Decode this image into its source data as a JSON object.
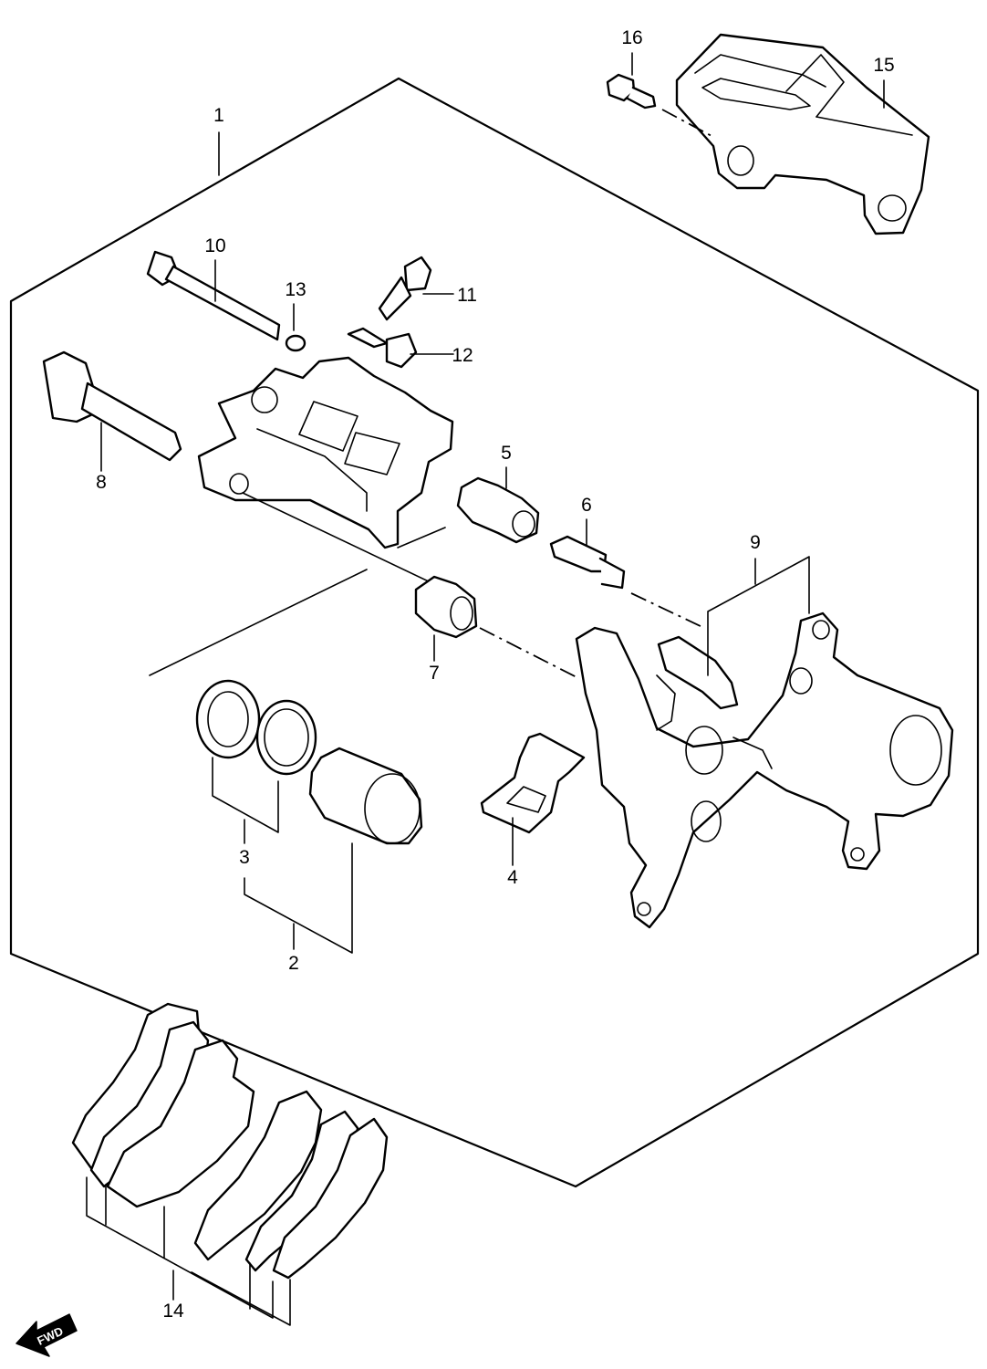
{
  "diagram": {
    "direction_marker": "FWD",
    "callouts": {
      "c1": "1",
      "c2": "2",
      "c3": "3",
      "c4": "4",
      "c5": "5",
      "c6": "6",
      "c7": "7",
      "c8": "8",
      "c9": "9",
      "c10": "10",
      "c11": "11",
      "c12": "12",
      "c13": "13",
      "c14": "14",
      "c15": "15",
      "c16": "16"
    }
  }
}
